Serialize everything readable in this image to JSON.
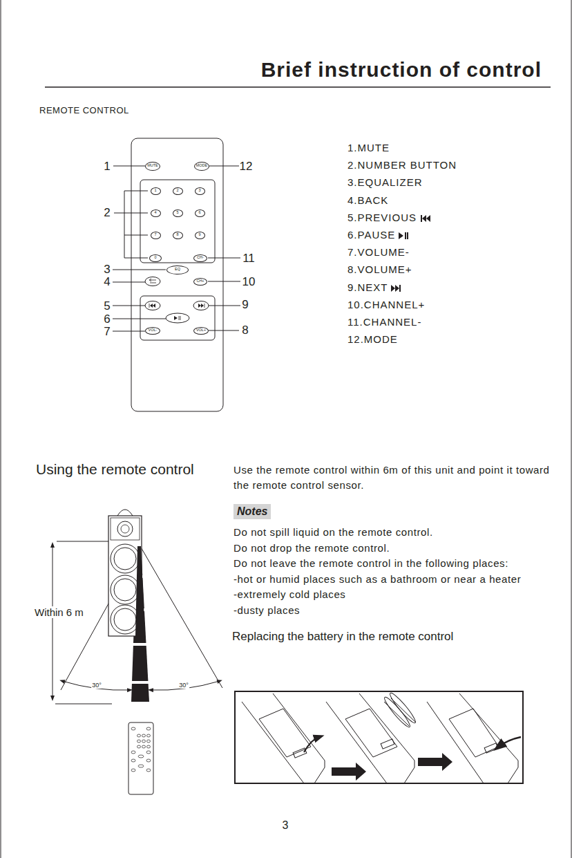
{
  "diagram": {
    "title": "Brief instruction of control",
    "nodes": [
      {
        "text": [
          "MUTE"
        ]
      },
      {
        "text": [
          "MODE"
        ]
      },
      {
        "text": [
          "1"
        ]
      },
      {
        "text": [
          "2"
        ]
      },
      {
        "text": [
          "3"
        ]
      },
      {
        "text": [
          "4"
        ]
      },
      {
        "text": [
          "5"
        ]
      },
      {
        "text": [
          "6"
        ]
      },
      {
        "text": [
          "7"
        ]
      },
      {
        "text": [
          "8"
        ]
      },
      {
        "text": [
          "9"
        ]
      },
      {
        "text": [
          "0"
        ]
      },
      {
        "text": [
          "CH-"
        ]
      },
      {
        "text": [
          "EQ"
        ]
      },
      {
        "text": [
          "CH+"
        ]
      },
      {
        "text": [
          "VOL-"
        ]
      },
      {
        "text": [
          "VOL+"
        ]
      },
      {
        "text": [
          "Notes"
        ]
      }
    ],
    "edges": [],
    "labels": [
      "REMOTE CONTROL",
      "1",
      "12",
      "2",
      "11",
      "3",
      "4",
      "10",
      "5",
      "9",
      "6",
      "7",
      "8",
      "1.MUTE",
      "2.NUMBER BUTTON",
      "3.EQUALIZER",
      "4.BACK",
      "5.PREVIOUS",
      "6.PAUSE",
      "7.VOLUME-",
      "8.VOLUME+",
      "9.NEXT",
      "10.CHANNEL+",
      "11.CHANNEL-",
      "12.MODE",
      "Using the remote control",
      "Use the remote control within 6m of this unit and point it toward the remote control sensor.",
      "Do not spill liquid on the remote control.",
      "Do not drop the remote control.",
      "Do not leave the remote control in the following places:",
      "-hot or humid places such as a bathroom or near a heater",
      "-extremely cold places",
      "-dusty places",
      "Within 6 m",
      "30°",
      "30°",
      "Replacing the battery in the remote control",
      "3"
    ]
  }
}
